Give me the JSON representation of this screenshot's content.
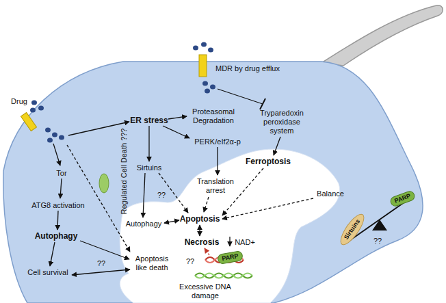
{
  "diagram": {
    "nodes": [
      {
        "text": [
          "PARP"
        ]
      },
      {
        "text": [
          "Sirtuins"
        ]
      },
      {
        "text": [
          "PARP"
        ]
      }
    ],
    "labels": [
      "MDR by drug efflux",
      "Drug",
      "ER stress",
      "Proteasomal Degradation",
      "Tryparedoxin peroxidase system",
      "Regulated Cell Death ???",
      "PERK/eIf2α-p",
      "Sirtuins",
      "Tor",
      "Ferroptosis",
      "Translation arrest",
      "??",
      "Balance",
      "ATG8 activation",
      "Apoptosis",
      "Autophagy",
      "??",
      "Autophagy",
      "Necrosis",
      "NAD+",
      "??",
      "Apoptosis like death",
      "??",
      "Cell survival",
      "Excessive DNA damage"
    ]
  }
}
